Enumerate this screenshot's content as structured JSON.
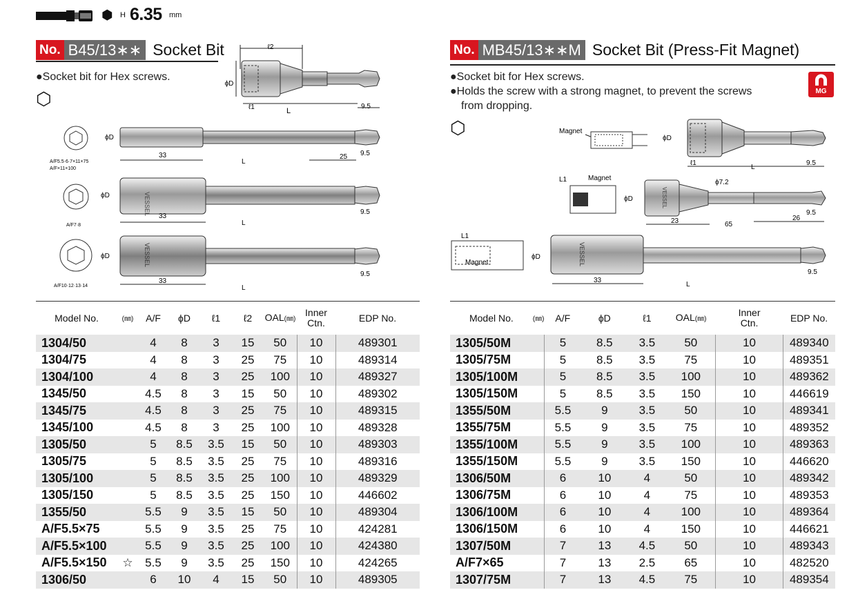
{
  "header": {
    "hex_symbol": "⬢",
    "h_label": "H",
    "size": "6.35",
    "unit": "mm"
  },
  "left": {
    "no_label": "No.",
    "model": "B45/13∗∗",
    "title": "Socket Bit",
    "bullets": [
      "●Socket bit for Hex screws."
    ],
    "dims": {
      "l2": "ℓ2",
      "phiD": "ϕD",
      "l1": "ℓ1",
      "L": "L",
      "v95": "9.5",
      "v33": "33",
      "v25": "25",
      "af1a": "A/F5.5·6·7×11×75",
      "af1b": "A/F×11×100",
      "af2": "A/F7·8",
      "af3": "A/F10·12·13·14",
      "brand": "VESSEL"
    },
    "table": {
      "headers": {
        "model": "Model No.",
        "unit": "(㎜)",
        "af": "A/F",
        "phid": "ϕD",
        "l1": "ℓ1",
        "l2": "ℓ2",
        "oal": "OAL",
        "oal_unit": "(㎜)",
        "inner1": "Inner",
        "inner2": "Ctn.",
        "edp": "EDP No."
      },
      "rows": [
        [
          "1304/50",
          "",
          "4",
          "8",
          "3",
          "15",
          "50",
          "10",
          "489301"
        ],
        [
          "1304/75",
          "",
          "4",
          "8",
          "3",
          "25",
          "75",
          "10",
          "489314"
        ],
        [
          "1304/100",
          "",
          "4",
          "8",
          "3",
          "25",
          "100",
          "10",
          "489327"
        ],
        [
          "1345/50",
          "",
          "4.5",
          "8",
          "3",
          "15",
          "50",
          "10",
          "489302"
        ],
        [
          "1345/75",
          "",
          "4.5",
          "8",
          "3",
          "25",
          "75",
          "10",
          "489315"
        ],
        [
          "1345/100",
          "",
          "4.5",
          "8",
          "3",
          "25",
          "100",
          "10",
          "489328"
        ],
        [
          "1305/50",
          "",
          "5",
          "8.5",
          "3.5",
          "15",
          "50",
          "10",
          "489303"
        ],
        [
          "1305/75",
          "",
          "5",
          "8.5",
          "3.5",
          "25",
          "75",
          "10",
          "489316"
        ],
        [
          "1305/100",
          "",
          "5",
          "8.5",
          "3.5",
          "25",
          "100",
          "10",
          "489329"
        ],
        [
          "1305/150",
          "",
          "5",
          "8.5",
          "3.5",
          "25",
          "150",
          "10",
          "446602"
        ],
        [
          "1355/50",
          "",
          "5.5",
          "9",
          "3.5",
          "15",
          "50",
          "10",
          "489304"
        ],
        [
          "A/F5.5×75",
          "",
          "5.5",
          "9",
          "3.5",
          "25",
          "75",
          "10",
          "424281"
        ],
        [
          "A/F5.5×100",
          "",
          "5.5",
          "9",
          "3.5",
          "25",
          "100",
          "10",
          "424380"
        ],
        [
          "A/F5.5×150",
          "☆",
          "5.5",
          "9",
          "3.5",
          "25",
          "150",
          "10",
          "424265"
        ],
        [
          "1306/50",
          "",
          "6",
          "10",
          "4",
          "15",
          "50",
          "10",
          "489305"
        ]
      ]
    }
  },
  "right": {
    "no_label": "No.",
    "model": "MB45/13∗∗M",
    "title": "Socket Bit (Press-Fit Magnet)",
    "bullets": [
      "●Socket bit for Hex screws.",
      "●Holds the screw with a strong magnet, to prevent the screws",
      "from dropping."
    ],
    "mg_label": "MG",
    "dims": {
      "magnet": "Magnet",
      "L1": "L1",
      "phiD": "ϕD",
      "l1": "ℓ1",
      "L": "L",
      "v95": "9.5",
      "phi72": "ϕ7.2",
      "v23": "23",
      "v65": "65",
      "v26": "26",
      "v33": "33",
      "brand": "VESSEL"
    },
    "table": {
      "headers": {
        "model": "Model No.",
        "unit": "(㎜)",
        "af": "A/F",
        "phid": "ϕD",
        "l1": "ℓ1",
        "oal": "OAL",
        "oal_unit": "(㎜)",
        "inner1": "Inner",
        "inner2": "Ctn.",
        "edp": "EDP No."
      },
      "rows": [
        [
          "1305/50M",
          "5",
          "8.5",
          "3.5",
          "50",
          "10",
          "489340"
        ],
        [
          "1305/75M",
          "5",
          "8.5",
          "3.5",
          "75",
          "10",
          "489351"
        ],
        [
          "1305/100M",
          "5",
          "8.5",
          "3.5",
          "100",
          "10",
          "489362"
        ],
        [
          "1305/150M",
          "5",
          "8.5",
          "3.5",
          "150",
          "10",
          "446619"
        ],
        [
          "1355/50M",
          "5.5",
          "9",
          "3.5",
          "50",
          "10",
          "489341"
        ],
        [
          "1355/75M",
          "5.5",
          "9",
          "3.5",
          "75",
          "10",
          "489352"
        ],
        [
          "1355/100M",
          "5.5",
          "9",
          "3.5",
          "100",
          "10",
          "489363"
        ],
        [
          "1355/150M",
          "5.5",
          "9",
          "3.5",
          "150",
          "10",
          "446620"
        ],
        [
          "1306/50M",
          "6",
          "10",
          "4",
          "50",
          "10",
          "489342"
        ],
        [
          "1306/75M",
          "6",
          "10",
          "4",
          "75",
          "10",
          "489353"
        ],
        [
          "1306/100M",
          "6",
          "10",
          "4",
          "100",
          "10",
          "489364"
        ],
        [
          "1306/150M",
          "6",
          "10",
          "4",
          "150",
          "10",
          "446621"
        ],
        [
          "1307/50M",
          "7",
          "13",
          "4.5",
          "50",
          "10",
          "489343"
        ],
        [
          "A/F7×65",
          "7",
          "13",
          "2.5",
          "65",
          "10",
          "482520"
        ],
        [
          "1307/75M",
          "7",
          "13",
          "4.5",
          "75",
          "10",
          "489354"
        ]
      ]
    }
  }
}
